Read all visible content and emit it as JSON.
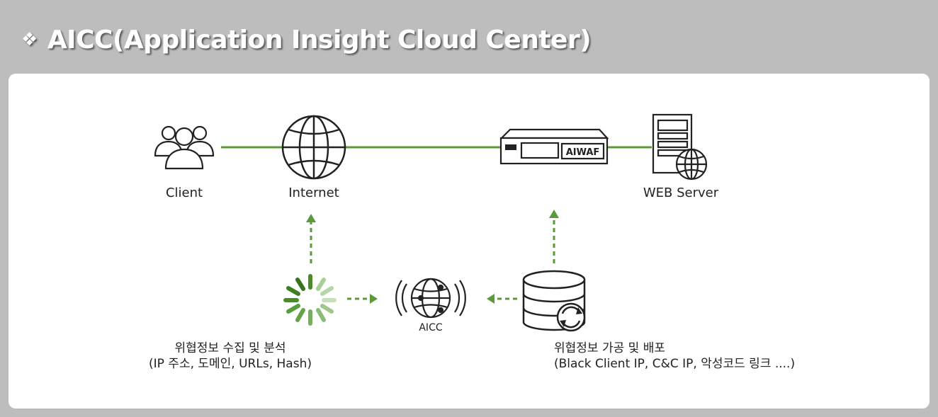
{
  "title": {
    "bullet": "❖",
    "text": "AICC(Application Insight Cloud Center)"
  },
  "nodes": {
    "client": "Client",
    "internet": "Internet",
    "waf_badge": "AIWAF",
    "web_server": "WEB Server",
    "aicc": "AICC"
  },
  "collect": {
    "line1": "위협정보 수집 및 분석",
    "line2": "(IP 주소, 도메인, URLs, Hash)"
  },
  "distribute": {
    "line1": "위협정보 가공 및 배포",
    "line2": "(Black Client IP, C&C IP, 악성코드 링크 ....)"
  },
  "colors": {
    "accent_green": "#5a9a3a",
    "icon_stroke": "#222222",
    "background": "#bdbdbd",
    "panel": "#ffffff"
  }
}
